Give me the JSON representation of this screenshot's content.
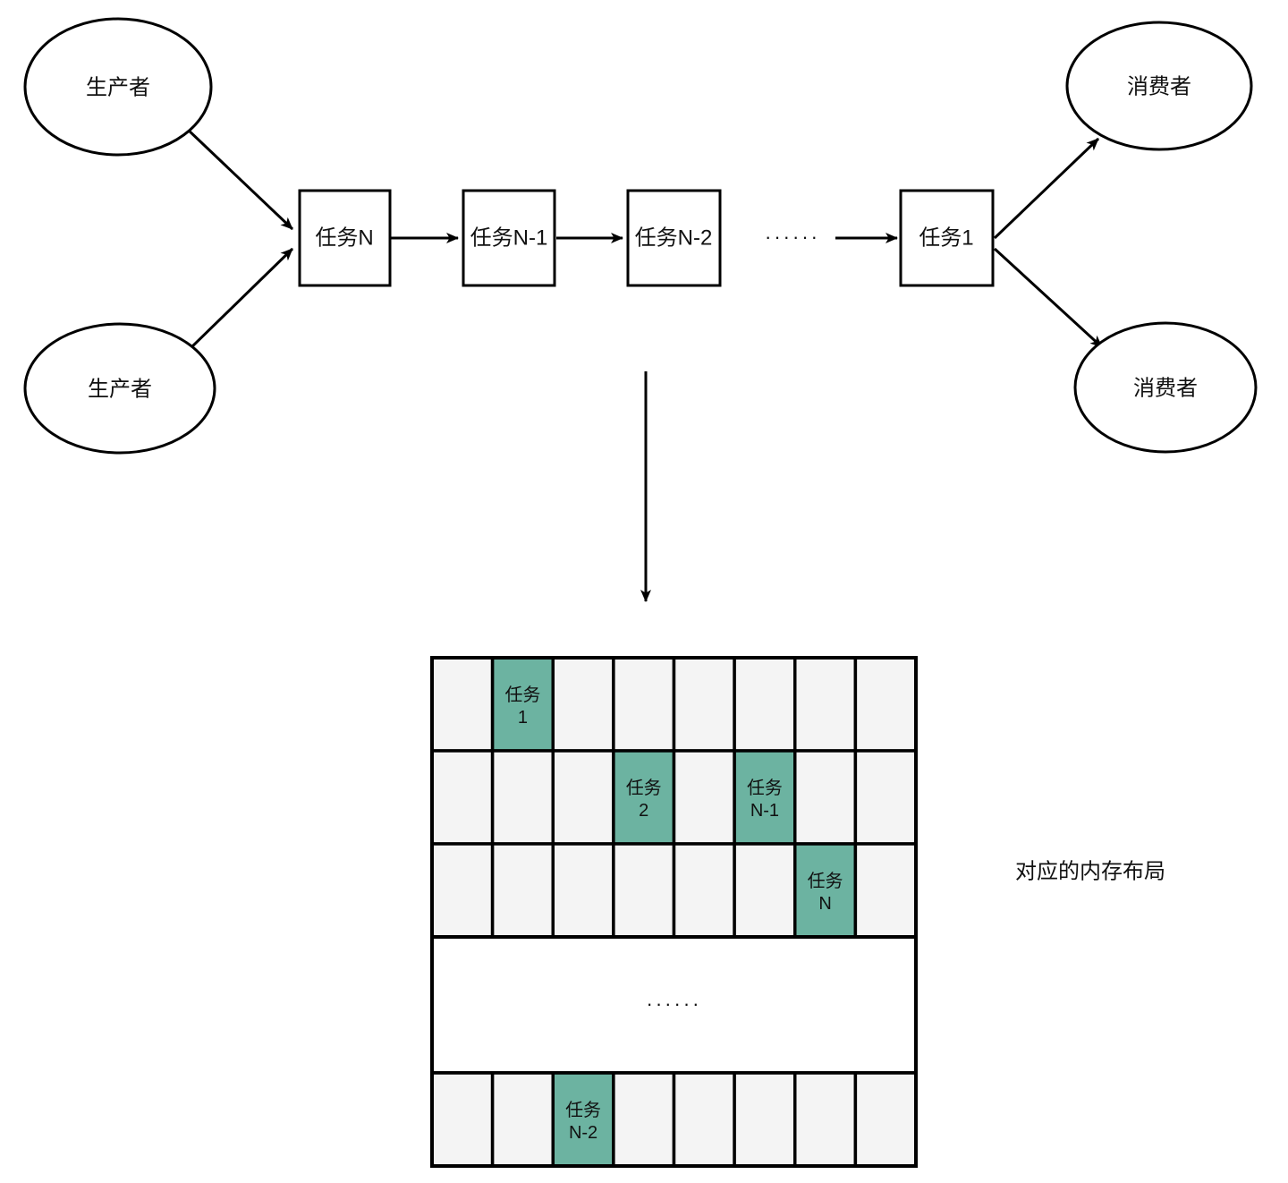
{
  "diagram": {
    "title_caption": "对应的内存布局",
    "ellipsis_glyph": "······",
    "colors": {
      "stroke": "#000000",
      "cell_empty_fill": "#f4f4f4",
      "cell_filled_fill": "#6cb3a1",
      "background": "#ffffff",
      "text": "#111111"
    },
    "producers": [
      {
        "label": "生产者"
      },
      {
        "label": "生产者"
      }
    ],
    "consumers": [
      {
        "label": "消费者"
      },
      {
        "label": "消费者"
      }
    ],
    "pipeline": {
      "boxes": [
        {
          "label": "任务N"
        },
        {
          "label": "任务N-1"
        },
        {
          "label": "任务N-2"
        },
        {
          "label": "任务1"
        }
      ],
      "gap_ellipsis": "······"
    },
    "memory_layout": {
      "columns": 8,
      "rows": [
        {
          "cells": [
            {
              "filled": false,
              "line1": "",
              "line2": ""
            },
            {
              "filled": true,
              "line1": "任务",
              "line2": "1"
            },
            {
              "filled": false,
              "line1": "",
              "line2": ""
            },
            {
              "filled": false,
              "line1": "",
              "line2": ""
            },
            {
              "filled": false,
              "line1": "",
              "line2": ""
            },
            {
              "filled": false,
              "line1": "",
              "line2": ""
            },
            {
              "filled": false,
              "line1": "",
              "line2": ""
            },
            {
              "filled": false,
              "line1": "",
              "line2": ""
            }
          ]
        },
        {
          "cells": [
            {
              "filled": false,
              "line1": "",
              "line2": ""
            },
            {
              "filled": false,
              "line1": "",
              "line2": ""
            },
            {
              "filled": false,
              "line1": "",
              "line2": ""
            },
            {
              "filled": true,
              "line1": "任务",
              "line2": "2"
            },
            {
              "filled": false,
              "line1": "",
              "line2": ""
            },
            {
              "filled": true,
              "line1": "任务",
              "line2": "N-1"
            },
            {
              "filled": false,
              "line1": "",
              "line2": ""
            },
            {
              "filled": false,
              "line1": "",
              "line2": ""
            }
          ]
        },
        {
          "cells": [
            {
              "filled": false,
              "line1": "",
              "line2": ""
            },
            {
              "filled": false,
              "line1": "",
              "line2": ""
            },
            {
              "filled": false,
              "line1": "",
              "line2": ""
            },
            {
              "filled": false,
              "line1": "",
              "line2": ""
            },
            {
              "filled": false,
              "line1": "",
              "line2": ""
            },
            {
              "filled": false,
              "line1": "",
              "line2": ""
            },
            {
              "filled": true,
              "line1": "任务",
              "line2": "N"
            },
            {
              "filled": false,
              "line1": "",
              "line2": ""
            }
          ]
        }
      ],
      "gap_row": {
        "ellipsis": "······"
      },
      "last_row": {
        "cells": [
          {
            "filled": false,
            "line1": "",
            "line2": ""
          },
          {
            "filled": false,
            "line1": "",
            "line2": ""
          },
          {
            "filled": true,
            "line1": "任务",
            "line2": "N-2"
          },
          {
            "filled": false,
            "line1": "",
            "line2": ""
          },
          {
            "filled": false,
            "line1": "",
            "line2": ""
          },
          {
            "filled": false,
            "line1": "",
            "line2": ""
          },
          {
            "filled": false,
            "line1": "",
            "line2": ""
          },
          {
            "filled": false,
            "line1": "",
            "line2": ""
          }
        ]
      }
    }
  }
}
